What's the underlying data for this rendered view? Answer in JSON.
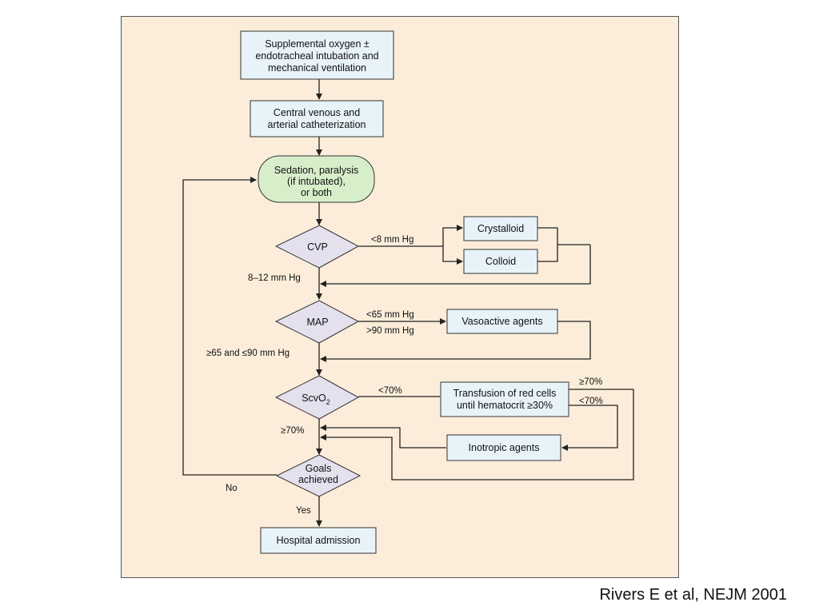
{
  "flowchart": {
    "nodes": {
      "oxygen": [
        "Supplemental oxygen ±",
        "endotracheal intubation and",
        "mechanical ventilation"
      ],
      "catheter": [
        "Central venous and",
        "arterial catheterization"
      ],
      "sedation": [
        "Sedation, paralysis",
        "(if intubated),",
        "or both"
      ],
      "cvp": "CVP",
      "crystalloid": "Crystalloid",
      "colloid": "Colloid",
      "map": "MAP",
      "vasoactive": "Vasoactive agents",
      "scvo2": "ScvO",
      "scvo2_sub": "2",
      "transfusion": [
        "Transfusion of red cells",
        "until hematocrit ≥30%"
      ],
      "inotropic": "Inotropic agents",
      "goals": [
        "Goals",
        "achieved"
      ],
      "hospital": "Hospital admission"
    },
    "edge_labels": {
      "cvp_low": "<8 mm Hg",
      "cvp_ok": "8–12 mm Hg",
      "map_low": "<65 mm Hg",
      "map_high": ">90 mm Hg",
      "map_ok": "≥65 and ≤90 mm Hg",
      "scv_low": "<70%",
      "scv_ok": "≥70%",
      "trans_ok": "≥70%",
      "trans_low": "<70%",
      "no": "No",
      "yes": "Yes"
    }
  },
  "citation": "Rivers E et al, NEJM 2001"
}
